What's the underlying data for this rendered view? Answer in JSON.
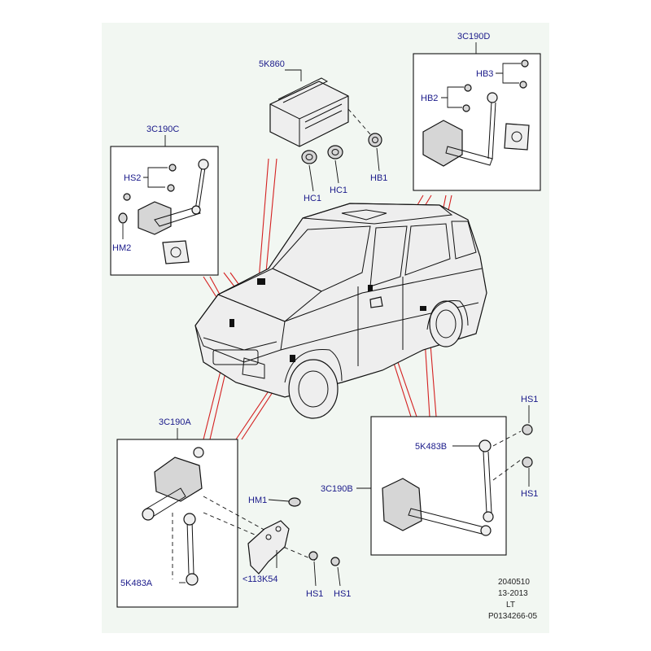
{
  "colors": {
    "background": "#f2f7f2",
    "label": "#1a1a8a",
    "leader_red": "#d42020"
  },
  "groups": {
    "3C190C": "3C190C",
    "3C190D": "3C190D",
    "3C190A": "3C190A",
    "3C190B": "3C190B",
    "5K860": "5K860"
  },
  "parts": {
    "HS2": "HS2",
    "HM2": "HM2",
    "HC1_a": "HC1",
    "HC1_b": "HC1",
    "HB1": "HB1",
    "HB3": "HB3",
    "HB2": "HB2",
    "HM1": "HM1",
    "K54": "<113K54",
    "5K483A": "5K483A",
    "5K483B": "5K483B",
    "HS1_a": "HS1",
    "HS1_b": "HS1",
    "HS1_c": "HS1",
    "HS1_d": "HS1"
  },
  "footer": {
    "line1": "2040510",
    "line2": "13-2013",
    "line3": "LT",
    "line4": "P0134266-05"
  }
}
